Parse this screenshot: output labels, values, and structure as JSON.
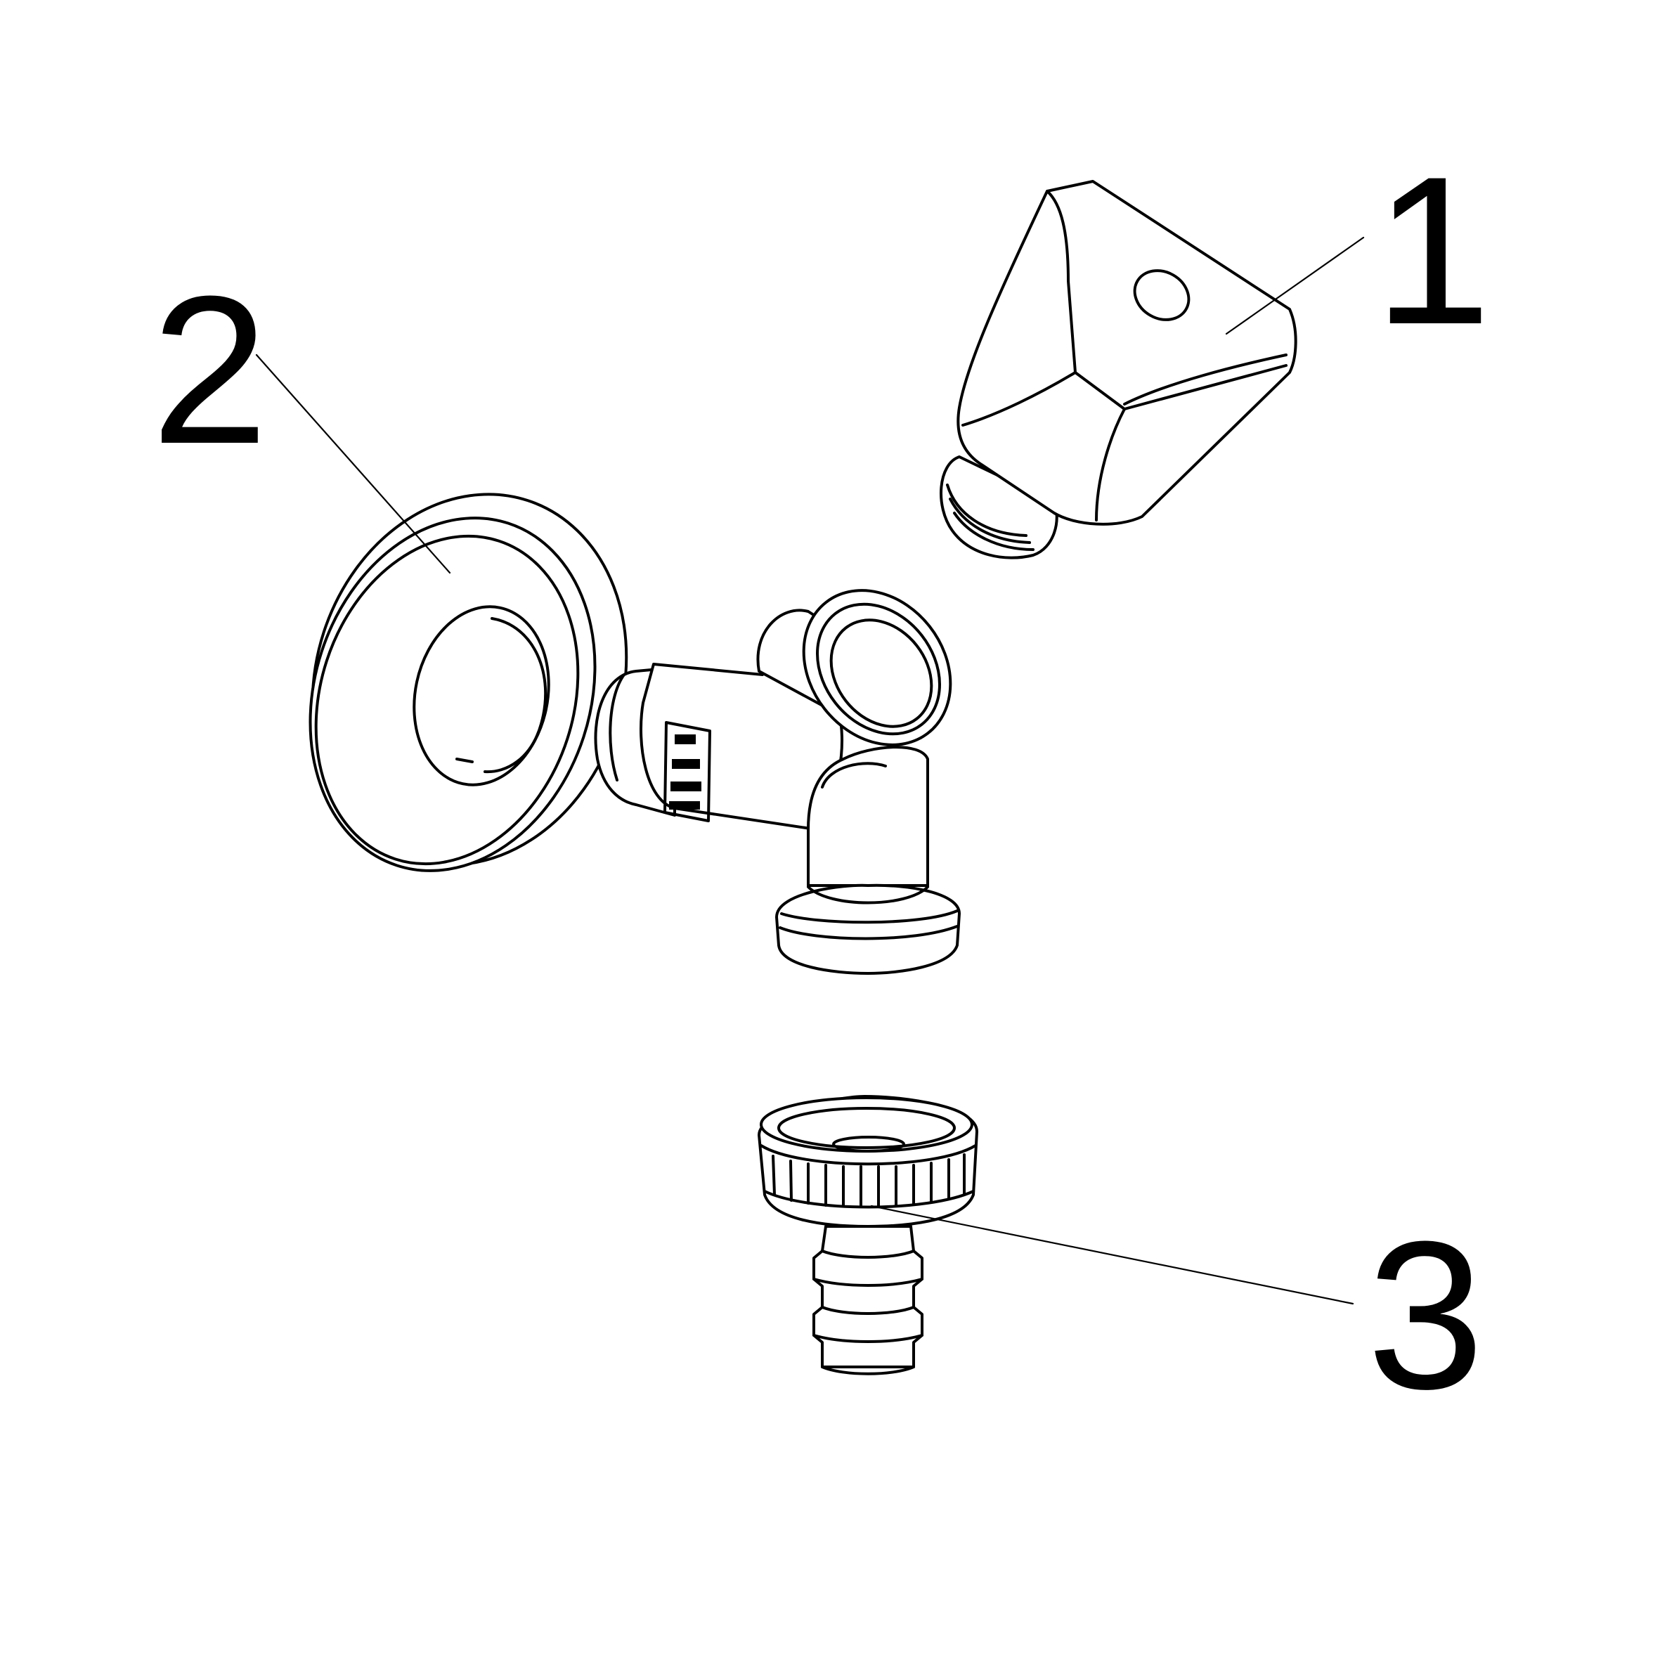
{
  "callouts": [
    {
      "id": "1",
      "label": "1",
      "part": "handle-knob"
    },
    {
      "id": "2",
      "label": "2",
      "part": "wall-rosette"
    },
    {
      "id": "3",
      "label": "3",
      "part": "hose-connector"
    }
  ],
  "icons": [
    "handle-knob-drawing",
    "wall-rosette-drawing",
    "valve-body-drawing",
    "hose-connector-drawing"
  ],
  "colors": {
    "line": "#000000",
    "background": "#ffffff"
  }
}
